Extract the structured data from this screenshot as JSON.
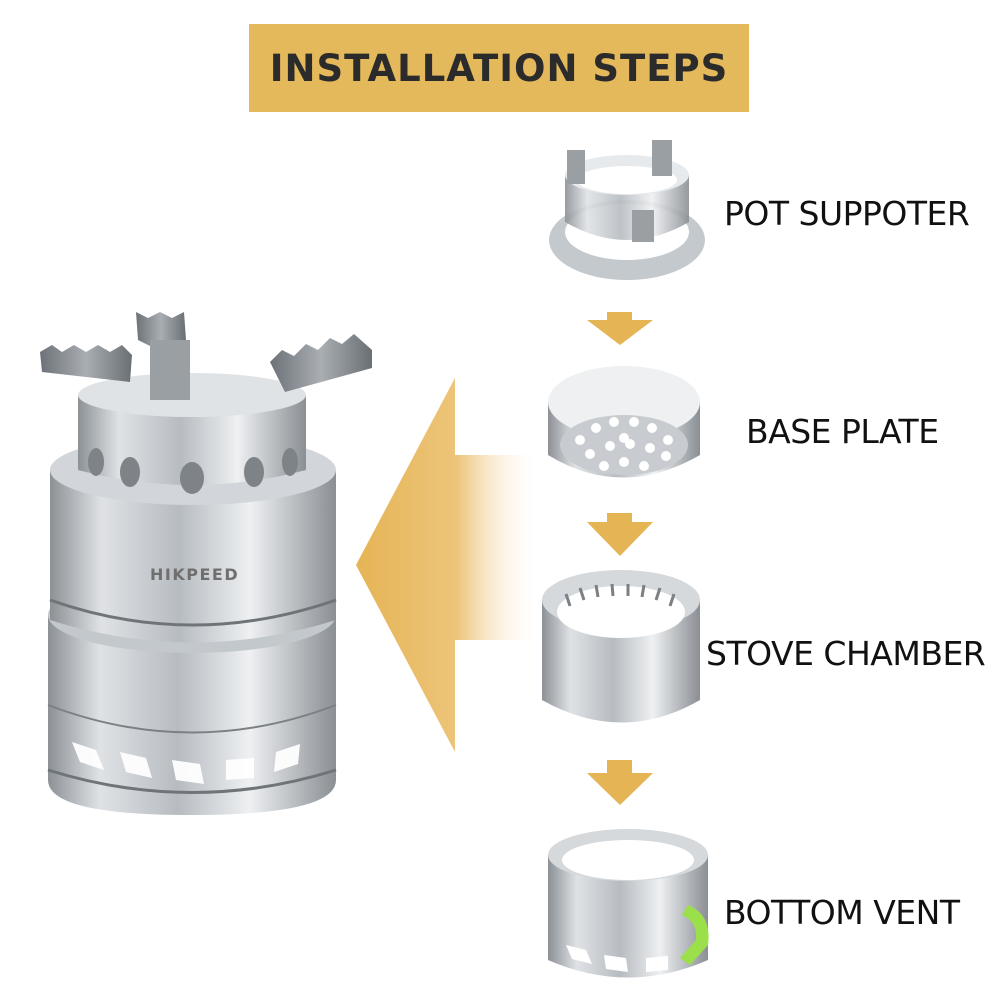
{
  "banner": {
    "title": "INSTALLATION STEPS"
  },
  "stove": {
    "brand": "HIKPEED"
  },
  "steps": [
    {
      "label": "POT SUPPOTER",
      "icon": "pot-supporter-ring"
    },
    {
      "label": "BASE PLATE",
      "icon": "perforated-base-plate"
    },
    {
      "label": "STOVE CHAMBER",
      "icon": "stove-chamber-cylinder"
    },
    {
      "label": "BOTTOM VENT",
      "icon": "bottom-vent-ring"
    }
  ],
  "colors": {
    "accent": "#e4b95c",
    "arrow": "#e5b455",
    "steel": "#c9cdd1",
    "text": "#111111",
    "handle": "#9be04a"
  }
}
